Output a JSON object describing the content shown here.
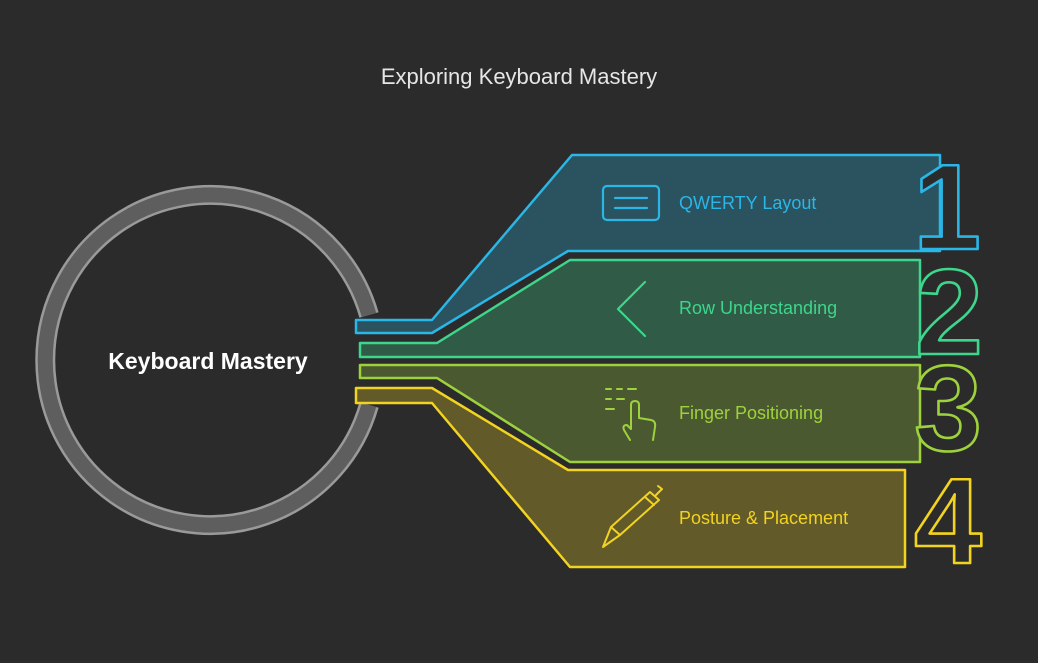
{
  "title": "Exploring Keyboard Mastery",
  "center": {
    "label": "Keyboard Mastery"
  },
  "items": [
    {
      "number": "1",
      "label": "QWERTY Layout",
      "color": "#2ab6e6",
      "icon": "keyboard-icon"
    },
    {
      "number": "2",
      "label": "Row Understanding",
      "color": "#3dd68c",
      "icon": "chevron-left-icon"
    },
    {
      "number": "3",
      "label": "Finger Positioning",
      "color": "#9ed23c",
      "icon": "tap-gesture-icon"
    },
    {
      "number": "4",
      "label": "Posture & Placement",
      "color": "#f2d321",
      "icon": "pen-icon"
    }
  ],
  "colors": {
    "background": "#2b2b2b",
    "ring": "#9a9a9a",
    "ring_inner": "#5e5e5e"
  }
}
